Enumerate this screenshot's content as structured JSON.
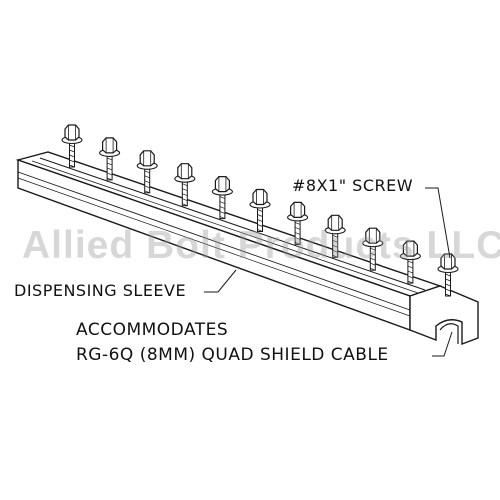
{
  "labels": {
    "screw": "#8X1\" SCREW",
    "sleeve": "DISPENSING SLEEVE",
    "accommodates_line1": "ACCOMMODATES",
    "accommodates_line2": "RG-6Q (8MM) QUAD SHIELD CABLE"
  },
  "watermark": "Allied Bolt Products LLC",
  "screw_count": 11,
  "colors": {
    "line": "#1a1a1a",
    "fill": "#ffffff",
    "watermark": "#969696"
  }
}
